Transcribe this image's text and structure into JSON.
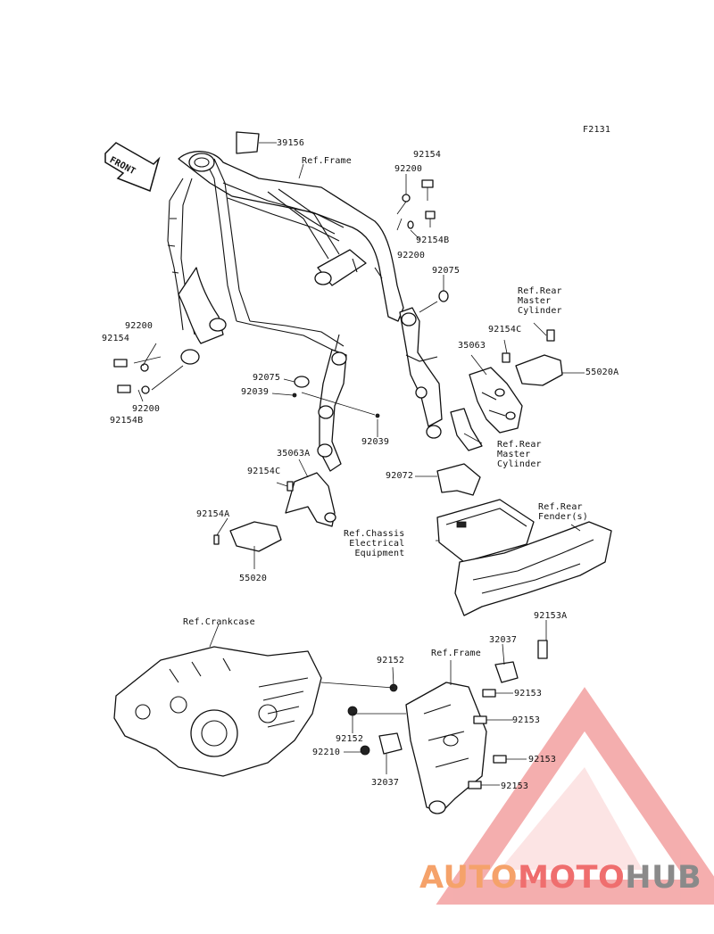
{
  "figure_code": "F2131",
  "front_marker": "FRONT",
  "parts": {
    "p39156": "39156",
    "ref_frame_top": "Ref.Frame",
    "p92154_top": "92154",
    "p92200_top1": "92200",
    "p92154B_top": "92154B",
    "p92200_top2": "92200",
    "p92075_right": "92075",
    "ref_rear_master_cyl_top": "Ref.Rear\nMaster\nCylinder",
    "p92154C_right": "92154C",
    "p35063": "35063",
    "p55020A": "55020A",
    "p92200_left1": "92200",
    "p92154_left": "92154",
    "p92200_left2": "92200",
    "p92154B_left": "92154B",
    "p92075_mid": "92075",
    "p92039_left": "92039",
    "p92039_mid": "92039",
    "ref_rear_master_cyl_bot": "Ref.Rear\nMaster\nCylinder",
    "p35063A": "35063A",
    "p92154C_left": "92154C",
    "p92072": "92072",
    "ref_rear_fender": "Ref.Rear\nFender(s)",
    "ref_chassis_electrical": "Ref.Chassis\nElectrical\nEquipment",
    "p92154A": "92154A",
    "p55020": "55020",
    "ref_crankcase": "Ref.Crankcase",
    "p92153A": "92153A",
    "p32037_top": "32037",
    "ref_frame_bot": "Ref.Frame",
    "p92152_top": "92152",
    "p92153_1": "92153",
    "p92153_2": "92153",
    "p92152_bot": "92152",
    "p92210": "92210",
    "p92153_3": "92153",
    "p32037_bot": "32037",
    "p92153_4": "92153"
  },
  "watermark": {
    "part1": "AUTO",
    "part2": "MOTO",
    "part3": "HUB",
    "colors": {
      "orange": "#f5a26a",
      "red": "#ef6e6e",
      "grey": "#8a8a8a",
      "triangle": "#f3a0a0"
    }
  }
}
